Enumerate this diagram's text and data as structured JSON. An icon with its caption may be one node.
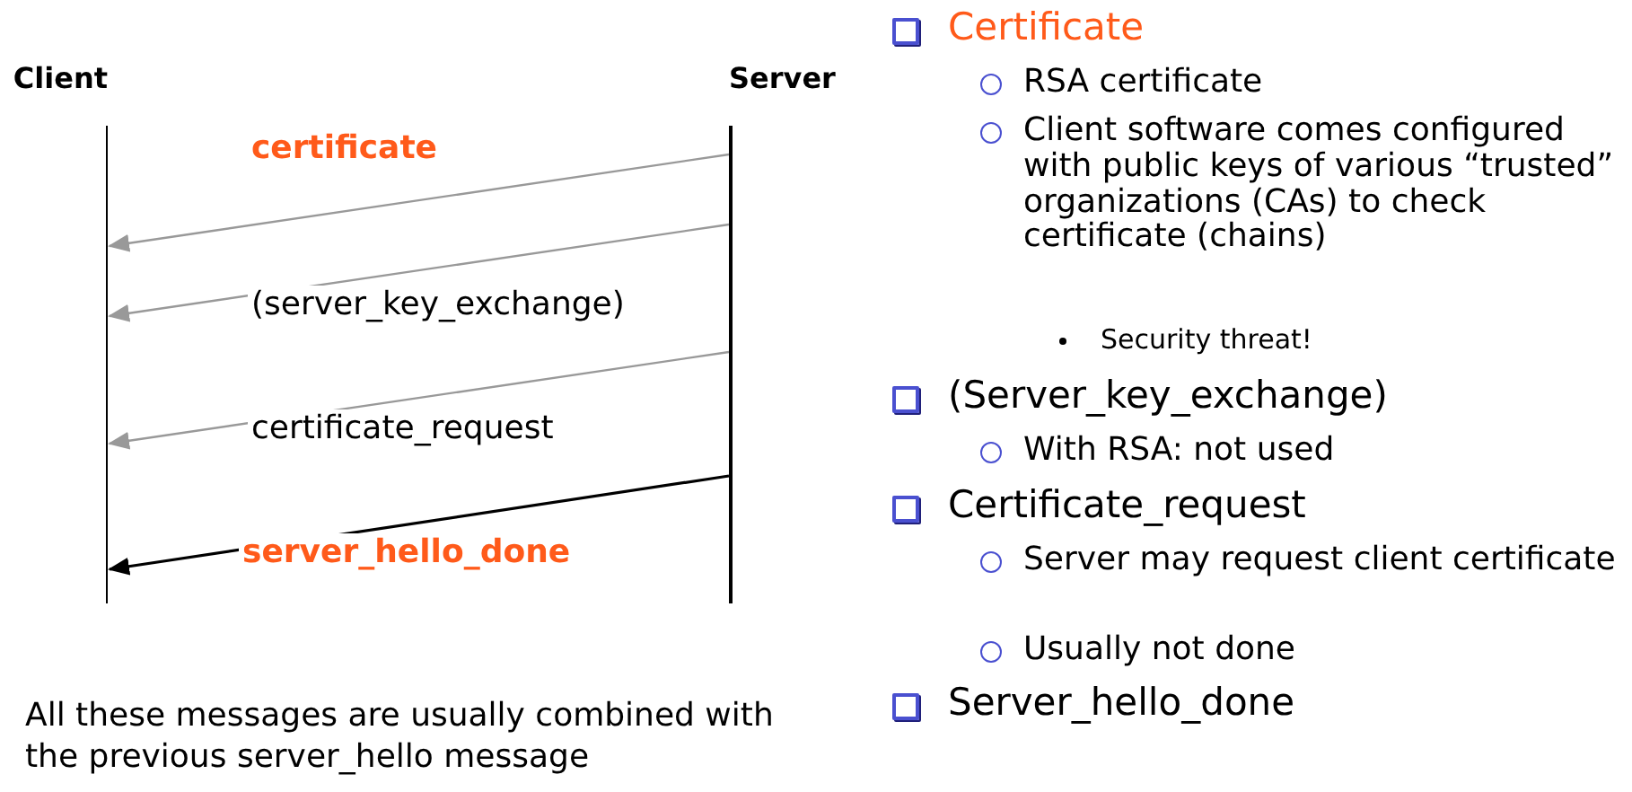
{
  "diagram": {
    "caption": "All these messages are usually combined with the previous server_hello message",
    "nodes": [
      {
        "text": [
          "Client"
        ]
      },
      {
        "text": [
          "Server"
        ]
      }
    ],
    "edges": [
      {
        "from": 1,
        "to": 0,
        "arrow": "to",
        "label": "certificate"
      },
      {
        "from": 1,
        "to": 0,
        "arrow": "to",
        "label": "(server_key_exchange)"
      },
      {
        "from": 1,
        "to": 0,
        "arrow": "to",
        "label": "certificate_request"
      },
      {
        "from": 1,
        "to": 0,
        "arrow": "to",
        "label": "server_hello_done",
        "color": "#000000"
      }
    ],
    "labels": [
      "Certificate",
      "RSA certificate",
      "Client software comes configured with public keys of various “trusted” organizations (CAs) to check certificate (chains)",
      "Security threat!",
      "(Server_key_exchange)",
      "With RSA: not used",
      "Certificate_request",
      "Server may request client certificate",
      "Usually not done",
      "Server_hello_done"
    ]
  }
}
